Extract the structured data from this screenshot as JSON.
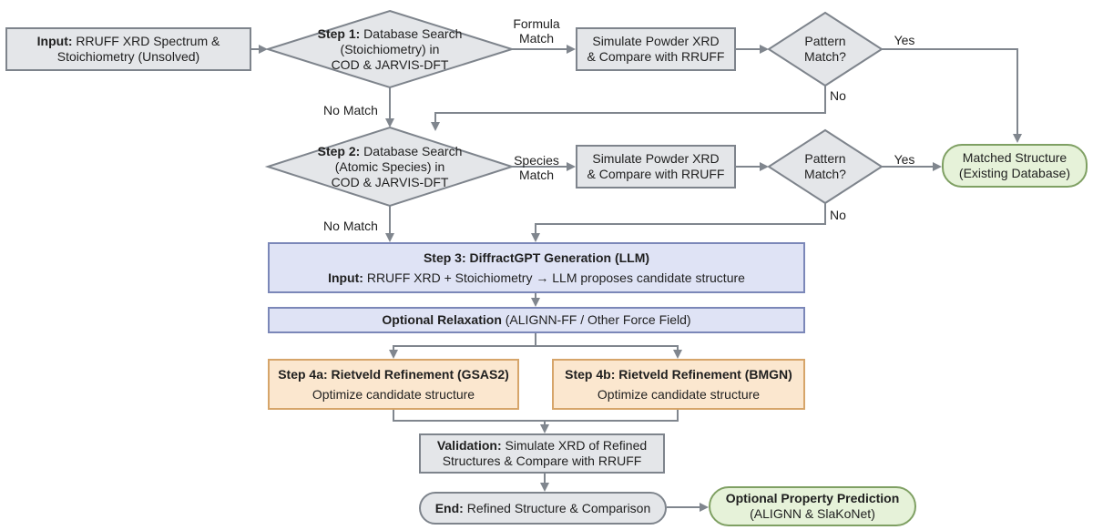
{
  "input": {
    "bold": "Input:",
    "text": " RRUFF XRD Spectrum &",
    "line2": "Stoichiometry (Unsolved)"
  },
  "step1": {
    "bold": "Step 1:",
    "text": " Database Search",
    "line2": "(Stoichiometry) in",
    "line3": "COD & JARVIS-DFT"
  },
  "step2": {
    "bold": "Step 2:",
    "text": " Database Search",
    "line2": "(Atomic Species) in",
    "line3": "COD & JARVIS-DFT"
  },
  "sim1": {
    "line1": "Simulate Powder XRD",
    "line2": "& Compare with RRUFF"
  },
  "sim2": {
    "line1": "Simulate Powder XRD",
    "line2": "& Compare with RRUFF"
  },
  "pm1": {
    "line1": "Pattern",
    "line2": "Match?"
  },
  "pm2": {
    "line1": "Pattern",
    "line2": "Match?"
  },
  "matched": {
    "line1": "Matched Structure",
    "line2": "(Existing Database)"
  },
  "step3": {
    "title": "Step 3: DiffractGPT Generation (LLM)",
    "input_bold": "Input:",
    "input_text": " RRUFF XRD + Stoichiometry → LLM proposes candidate structure"
  },
  "relax": {
    "bold": "Optional Relaxation",
    "text": " (ALIGNN-FF / Other Force Field)"
  },
  "step4a": {
    "title": "Step 4a: Rietveld Refinement (GSAS2)",
    "text": "Optimize candidate structure"
  },
  "step4b": {
    "title": "Step 4b: Rietveld Refinement (BMGN)",
    "text": "Optimize candidate structure"
  },
  "validation": {
    "bold": "Validation:",
    "text": " Simulate XRD of Refined",
    "line2": "Structures & Compare with RRUFF"
  },
  "end": {
    "bold": "End:",
    "text": " Refined Structure & Comparison"
  },
  "property": {
    "title": "Optional Property Prediction",
    "text": "(ALIGNN & SlaKoNet)"
  },
  "labels": {
    "formula": "Formula",
    "formula2": "Match",
    "species": "Species",
    "species2": "Match",
    "nomatch1": "No Match",
    "nomatch2": "No Match",
    "yes1": "Yes",
    "yes2": "Yes",
    "no1": "No",
    "no2": "No"
  },
  "colors": {
    "gray_fill": "#e4e6e9",
    "blue_fill": "#dfe3f5",
    "orange_fill": "#fbe7cf",
    "green_fill": "#e6f2d9",
    "line": "#80868e"
  }
}
